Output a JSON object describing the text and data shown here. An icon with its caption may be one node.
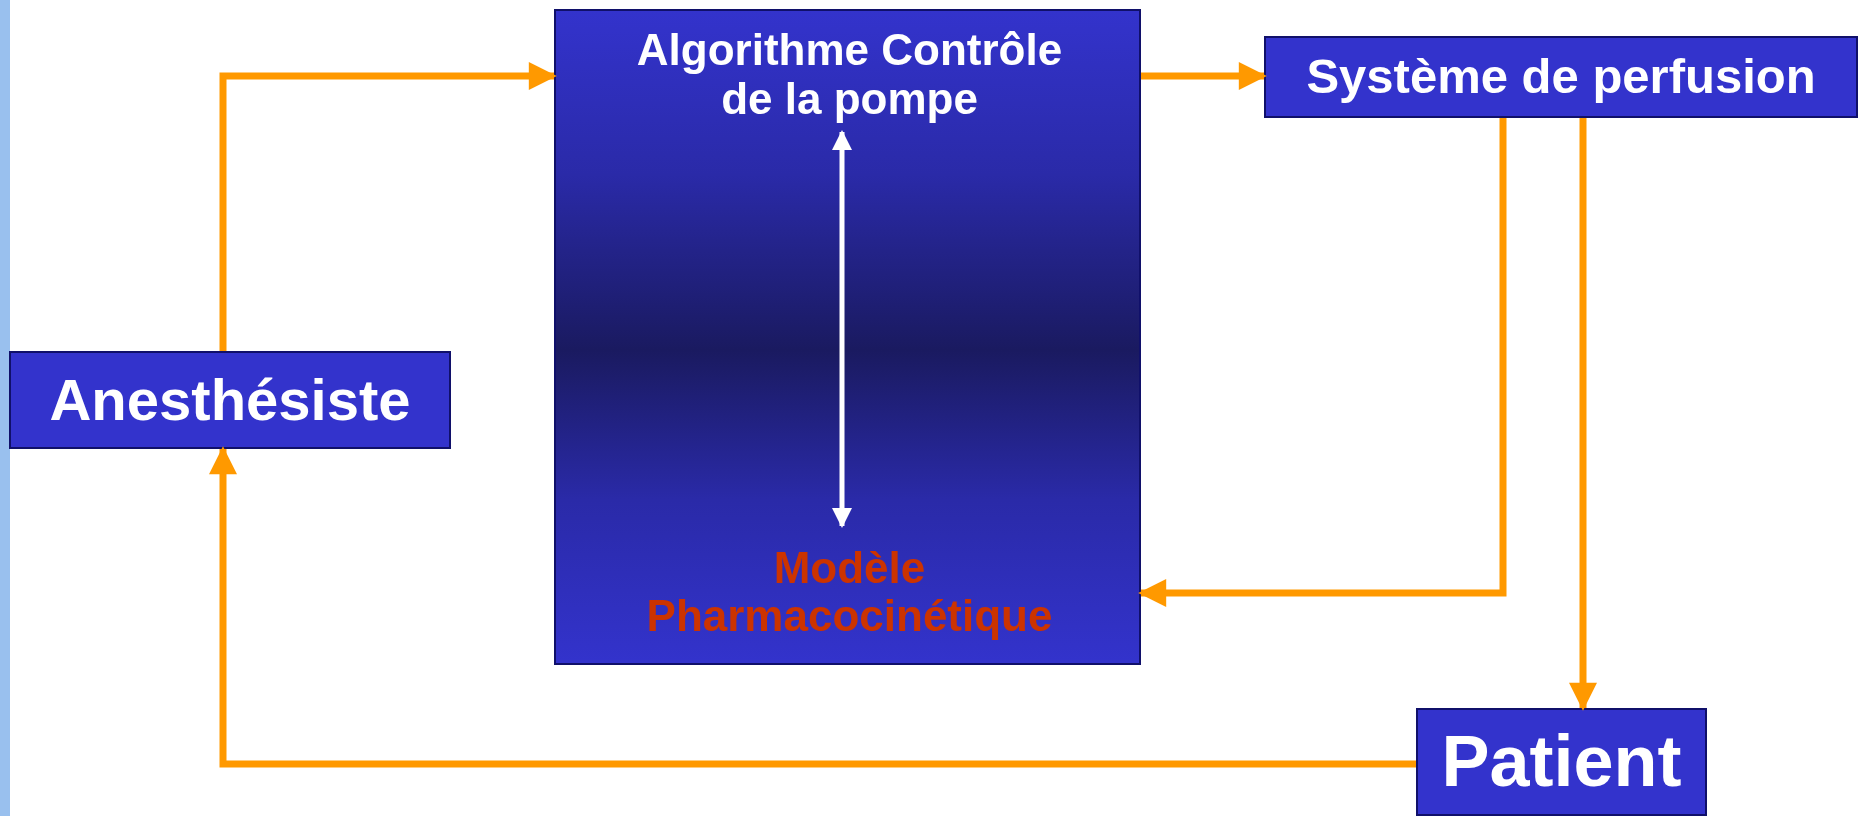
{
  "diagram": {
    "nodes": [
      {
        "text": [
          "Anesthésiste"
        ]
      },
      {
        "text": [],
        "shape": "box"
      },
      {
        "text": [
          "Algorithme Contrôle de la pompe"
        ],
        "in": 1
      },
      {
        "text": [
          "Modèle Pharmacocinétique"
        ],
        "in": 1
      },
      {
        "text": [
          "Système de perfusion"
        ]
      },
      {
        "text": [
          "Patient"
        ]
      }
    ],
    "edges": [
      {
        "from": 0,
        "to": 1,
        "arrow": "to"
      },
      {
        "from": 1,
        "to": 4,
        "arrow": "to"
      },
      {
        "from": 4,
        "to": 1,
        "arrow": "to"
      },
      {
        "from": 4,
        "to": 5,
        "arrow": "to"
      },
      {
        "from": 5,
        "to": 0,
        "arrow": "to"
      },
      {
        "from": 2,
        "to": 3,
        "arrow": "both",
        "color": "#ffffff"
      }
    ]
  }
}
